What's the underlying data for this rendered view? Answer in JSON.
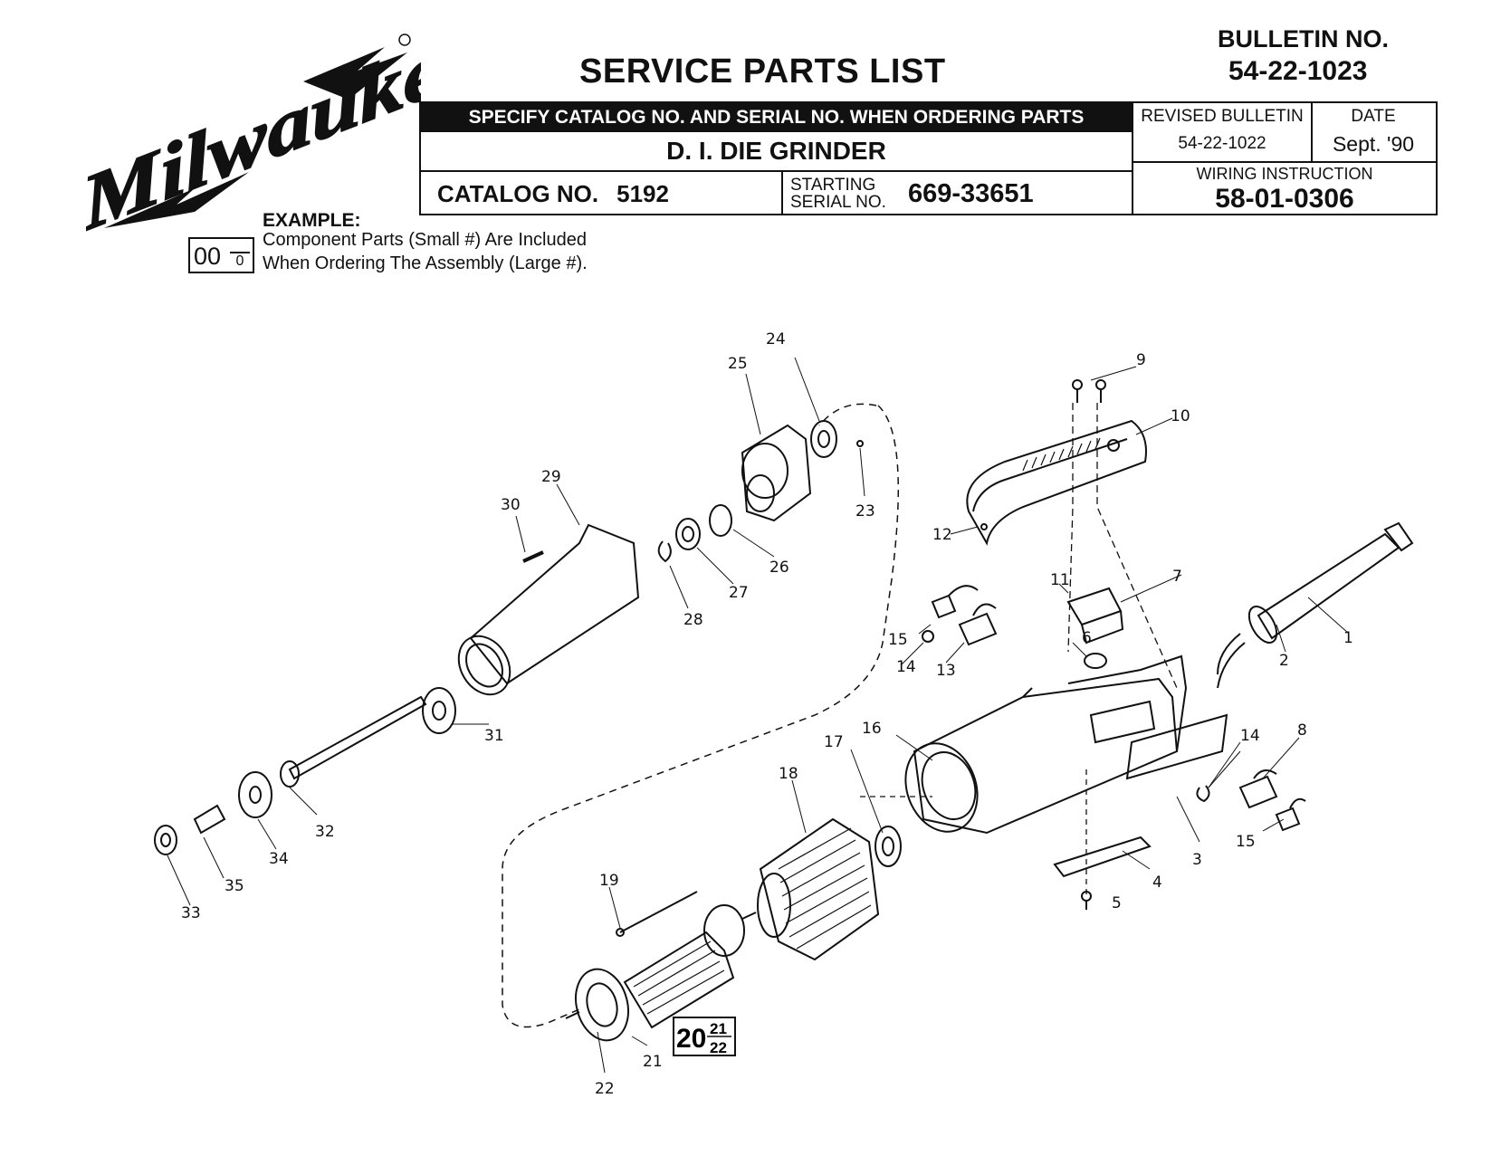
{
  "header": {
    "brand": "Milwaukee",
    "title": "SERVICE PARTS LIST",
    "bulletin_label": "BULLETIN NO.",
    "bulletin_number": "54-22-1023",
    "specify_banner": "SPECIFY CATALOG NO. AND SERIAL NO. WHEN ORDERING PARTS",
    "product_name": "D. I. DIE GRINDER",
    "catalog_label": "CATALOG NO.",
    "catalog_number": "5192",
    "serial_label_1": "STARTING",
    "serial_label_2": "SERIAL NO.",
    "serial_number": "669-33651",
    "revised_label": "REVISED BULLETIN",
    "revised_number": "54-22-1022",
    "date_label": "DATE",
    "date_value": "Sept. '90",
    "wiring_label": "WIRING INSTRUCTION",
    "wiring_number": "58-01-0306"
  },
  "example": {
    "label": "EXAMPLE:",
    "line1": "Component Parts (Small #) Are Included",
    "line2": "When Ordering The Assembly (Large #).",
    "box_large": "00",
    "box_small": "0"
  },
  "diagram": {
    "part_labels": [
      "1",
      "2",
      "3",
      "4",
      "5",
      "6",
      "7",
      "8",
      "9",
      "10",
      "11",
      "12",
      "13",
      "14",
      "14",
      "15",
      "15",
      "16",
      "17",
      "18",
      "19",
      "21",
      "22",
      "23",
      "24",
      "25",
      "26",
      "27",
      "28",
      "29",
      "30",
      "31",
      "32",
      "33",
      "34",
      "35"
    ],
    "assembly": {
      "main": "20",
      "sub_top": "21",
      "sub_bottom": "22"
    }
  }
}
